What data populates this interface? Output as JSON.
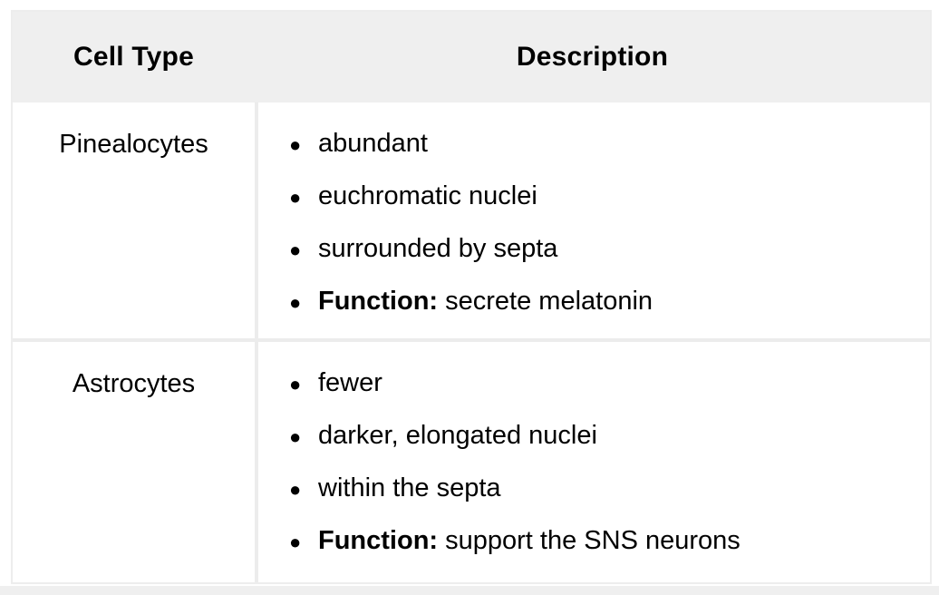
{
  "table": {
    "columns": [
      {
        "label": "Cell Type"
      },
      {
        "label": "Description"
      }
    ],
    "rows": [
      {
        "cell_type": "Pinealocytes",
        "bullets": [
          {
            "bold": "",
            "text": "abundant"
          },
          {
            "bold": "",
            "text": "euchromatic nuclei"
          },
          {
            "bold": "",
            "text": "surrounded by septa"
          },
          {
            "bold": "Function:",
            "text": " secrete melatonin"
          }
        ]
      },
      {
        "cell_type": "Astrocytes",
        "bullets": [
          {
            "bold": "",
            "text": "fewer"
          },
          {
            "bold": "",
            "text": "darker, elongated nuclei"
          },
          {
            "bold": "",
            "text": "within the septa"
          },
          {
            "bold": "Function:",
            "text": " support the SNS neurons"
          }
        ]
      }
    ],
    "bullet_glyph": "●",
    "colors": {
      "header_bg": "#efefef",
      "border": "#ececec",
      "text": "#000000",
      "page_bg": "#ffffff",
      "bottom_strip": "#efefef"
    }
  }
}
